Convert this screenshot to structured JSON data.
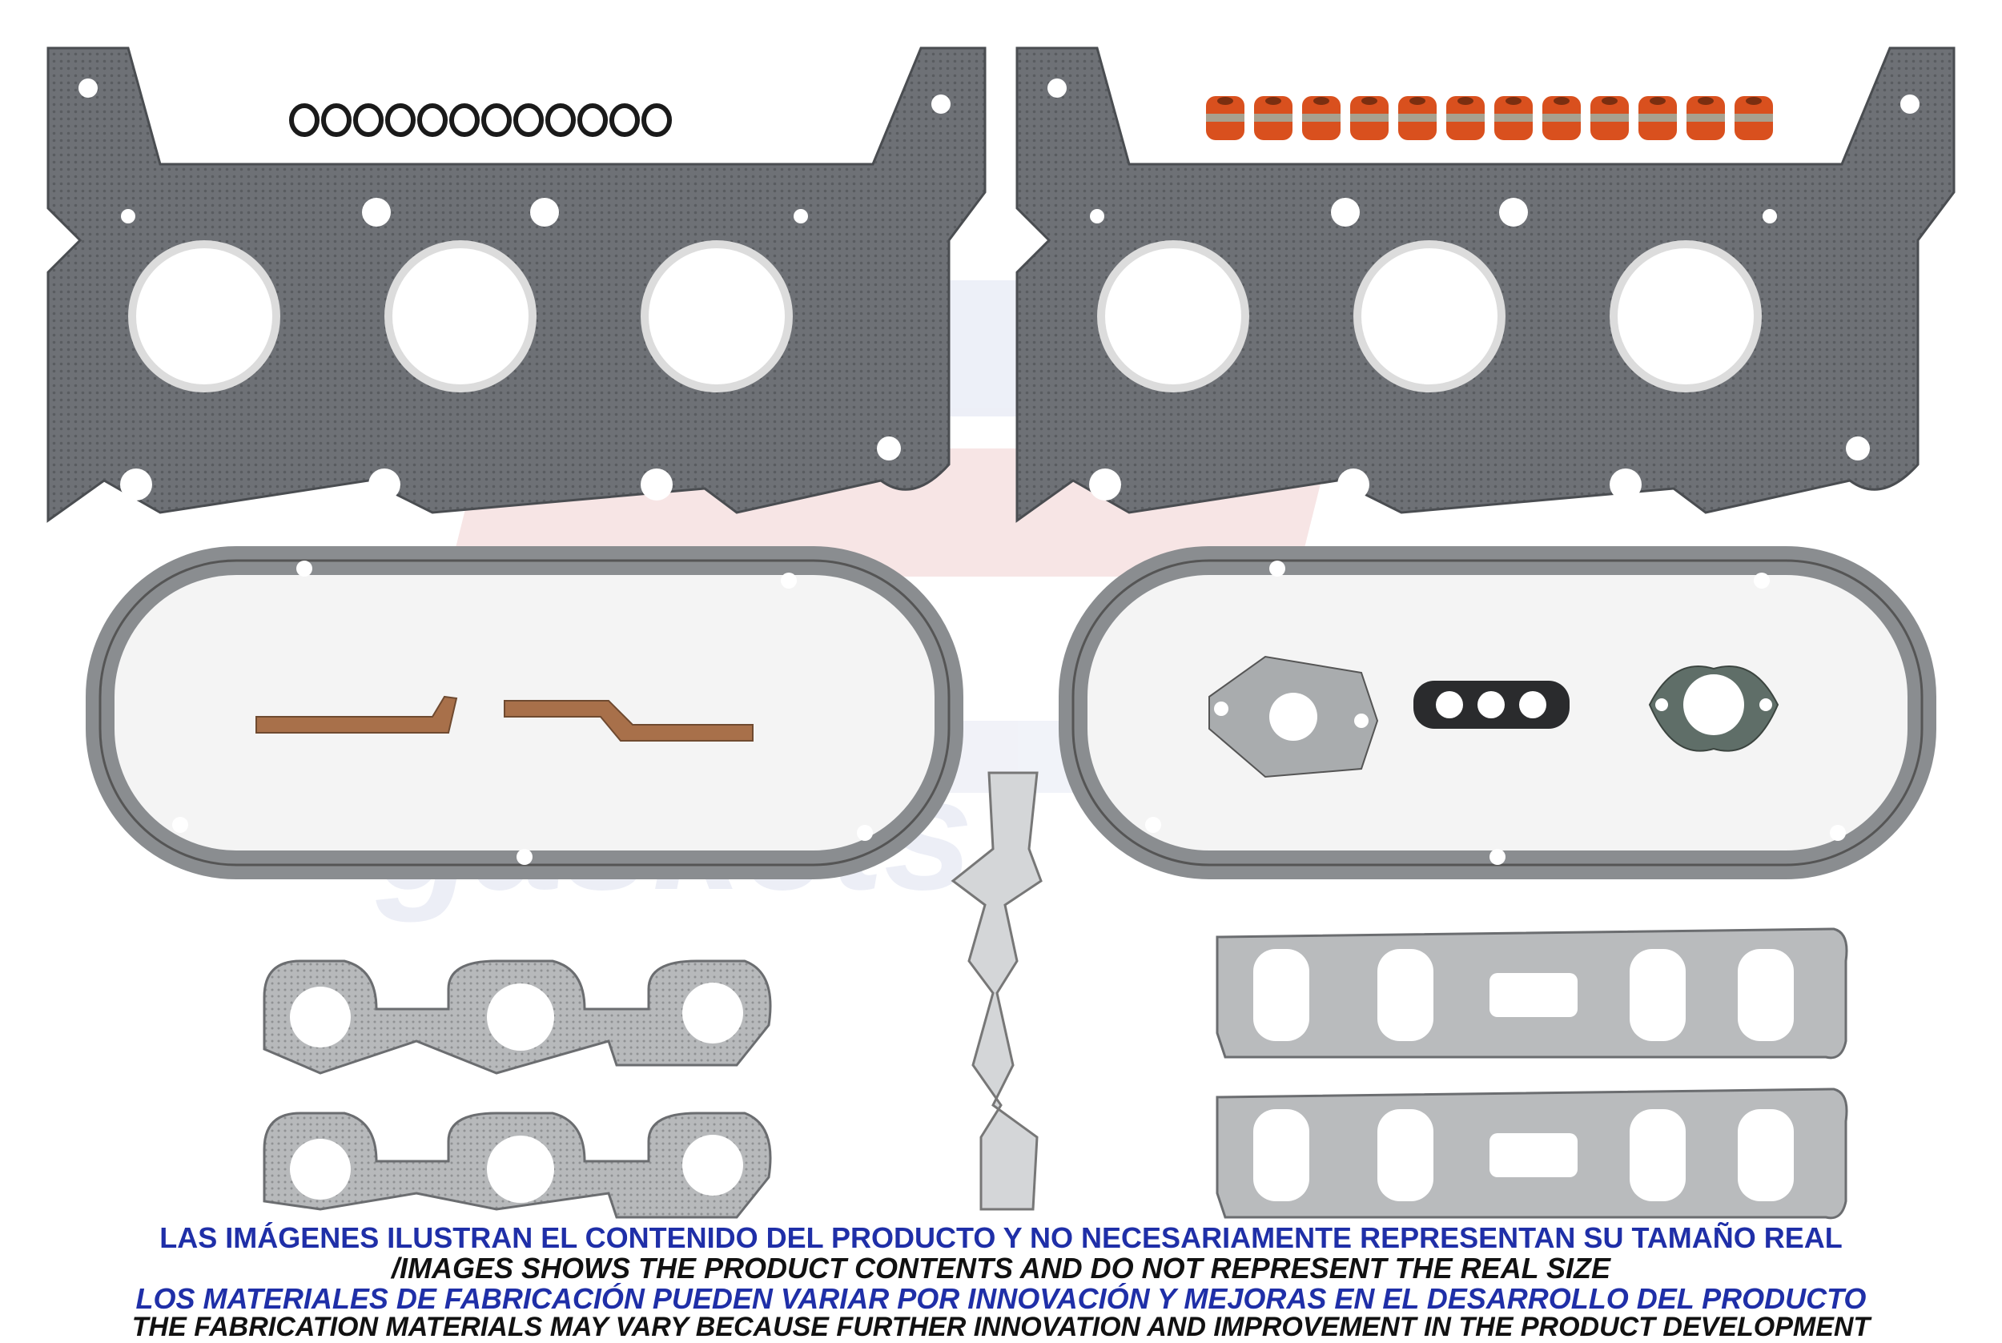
{
  "watermark": {
    "brand": "gaskets",
    "registered": "®"
  },
  "captions": [
    "LAS IMÁGENES ILUSTRAN EL CONTENIDO DEL PRODUCTO Y NO NECESARIAMENTE REPRESENTAN SU TAMAÑO REAL",
    "/IMAGES SHOWS THE PRODUCT CONTENTS AND DO NOT REPRESENT THE REAL SIZE",
    "LOS MATERIALES DE FABRICACIÓN PUEDEN VARIAR POR INNOVACIÓN Y MEJORAS EN EL DESARROLLO DEL PRODUCTO",
    "THE FABRICATION MATERIALS MAY VARY BECAUSE FURTHER INNOVATION AND IMPROVEMENT IN THE PRODUCT DEVELOPMENT"
  ],
  "colors": {
    "caption_blue": "#1f2fa8",
    "caption_dark": "#111111",
    "head_gasket": "#6d7075",
    "valve_cover_gasket": "#8a8d90",
    "manifold_gasket": "#b9bbbd",
    "cork_strip": "#a8704a",
    "valve_seal": "#d9501e",
    "o_ring": "#1a1a1a",
    "watermark_red": "#e7b4b4",
    "watermark_blue": "#cfd4ea"
  },
  "parts": {
    "o_ring_count": 12,
    "valve_seal_count": 12
  }
}
